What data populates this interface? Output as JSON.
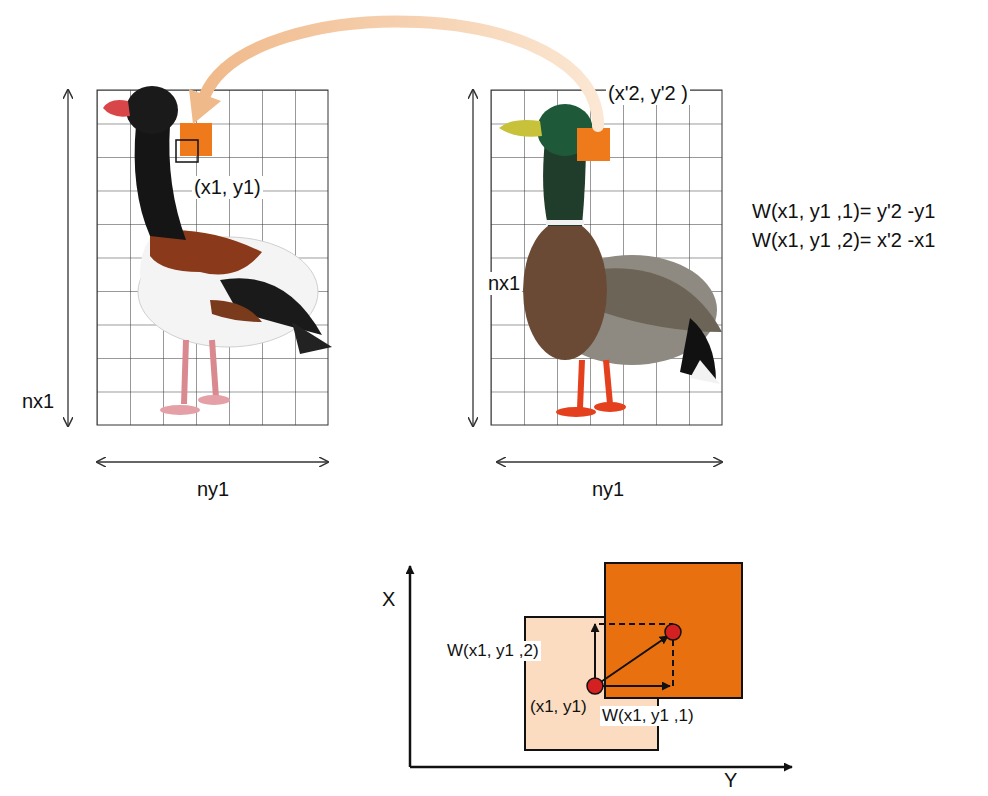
{
  "diagram": {
    "labels": [
      "(x'2, y'2 )",
      "(x1, y1)",
      "W(x1, y1 ,1)= y'2 -y1",
      "W(x1, y1 ,2)= x'2 -x1",
      "nx1",
      "nx1",
      "ny1",
      "ny1",
      "X",
      "W(x1, y1 ,2)",
      "(x1, y1)",
      "W(x1, y1 ,1)",
      "Y"
    ]
  }
}
